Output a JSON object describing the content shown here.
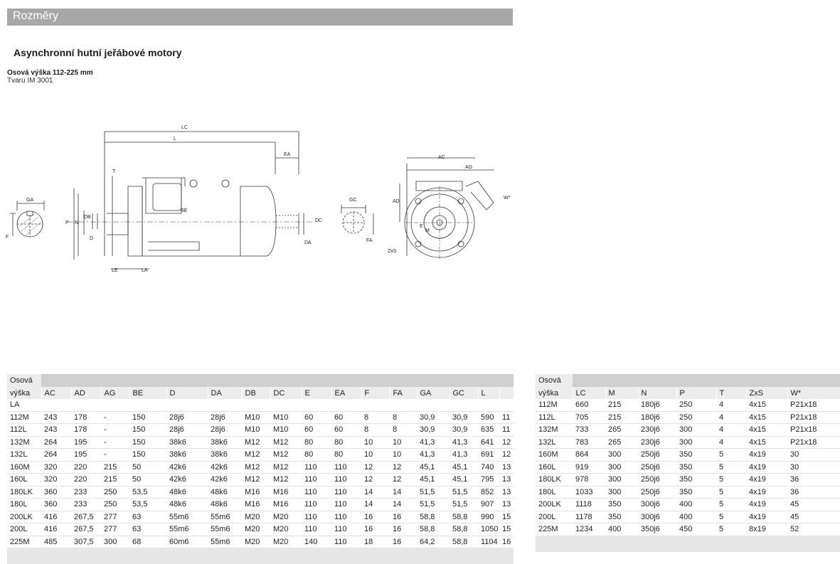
{
  "header": {
    "section_title": "Rozměry"
  },
  "main": {
    "title": "Asynchronní hutní jeřábové motory",
    "subtitle": "Osová výška 112-225 mm",
    "form": "Tvaru IM 3001"
  },
  "drawing_labels": {
    "ga": "GA",
    "f": "F",
    "lc": "LC",
    "l": "L",
    "ea": "EA",
    "t": "T",
    "p": "P",
    "n": "N",
    "db": "DB",
    "d": "D",
    "be": "BE",
    "le": "LE",
    "la": "LA",
    "dc": "DC",
    "da": "DA",
    "gc": "GC",
    "fa": "FA",
    "ac": "AC",
    "ag": "AG",
    "ad": "AD",
    "w": "W*",
    "zxs": "ZxS",
    "m": "M",
    "e": "E"
  },
  "table_left": {
    "group_label": "Osová",
    "columns": [
      "výška",
      "AC",
      "AD",
      "AG",
      "BE",
      "D",
      "DA",
      "DB",
      "DC",
      "E",
      "EA",
      "F",
      "FA",
      "GA",
      "GC",
      "L"
    ],
    "extra_label": "LA",
    "rows": [
      [
        "112M",
        "243",
        "178",
        "-",
        "150",
        "28j6",
        "28j6",
        "M10",
        "M10",
        "60",
        "60",
        "8",
        "8",
        "30,9",
        "30,9",
        "590",
        "11"
      ],
      [
        "112L",
        "243",
        "178",
        "-",
        "150",
        "28j6",
        "28j6",
        "M10",
        "M10",
        "60",
        "60",
        "8",
        "8",
        "30,9",
        "30,9",
        "635",
        "11"
      ],
      [
        "132M",
        "264",
        "195",
        "-",
        "150",
        "38k6",
        "38k6",
        "M12",
        "M12",
        "80",
        "80",
        "10",
        "10",
        "41,3",
        "41,3",
        "641",
        "12"
      ],
      [
        "132L",
        "264",
        "195",
        "-",
        "150",
        "38k6",
        "38k6",
        "M12",
        "M12",
        "80",
        "80",
        "10",
        "10",
        "41,3",
        "41,3",
        "691",
        "12"
      ],
      [
        "160M",
        "320",
        "220",
        "215",
        "50",
        "42k6",
        "42k6",
        "M12",
        "M12",
        "110",
        "110",
        "12",
        "12",
        "45,1",
        "45,1",
        "740",
        "13"
      ],
      [
        "160L",
        "320",
        "220",
        "215",
        "50",
        "42k6",
        "42k6",
        "M12",
        "M12",
        "110",
        "110",
        "12",
        "12",
        "45,1",
        "45,1",
        "795",
        "13"
      ],
      [
        "180LK",
        "360",
        "233",
        "250",
        "53,5",
        "48k6",
        "48k6",
        "M16",
        "M16",
        "110",
        "110",
        "14",
        "14",
        "51,5",
        "51,5",
        "852",
        "13"
      ],
      [
        "180L",
        "360",
        "233",
        "250",
        "53,5",
        "48k6",
        "48k6",
        "M16",
        "M16",
        "110",
        "110",
        "14",
        "14",
        "51,5",
        "51,5",
        "907",
        "13"
      ],
      [
        "200LK",
        "416",
        "267,5",
        "277",
        "63",
        "55m6",
        "55m6",
        "M20",
        "M20",
        "110",
        "110",
        "16",
        "16",
        "58,8",
        "58,8",
        "990",
        "15"
      ],
      [
        "200L",
        "416",
        "267,5",
        "277",
        "63",
        "55m6",
        "55m6",
        "M20",
        "M20",
        "110",
        "110",
        "16",
        "16",
        "58,8",
        "58,8",
        "1050",
        "15"
      ],
      [
        "225M",
        "485",
        "307,5",
        "300",
        "68",
        "60m6",
        "55m6",
        "M20",
        "M20",
        "140",
        "110",
        "18",
        "16",
        "64,2",
        "58,8",
        "1104",
        "16"
      ]
    ]
  },
  "table_right": {
    "group_label": "Osová",
    "columns": [
      "výška",
      "LC",
      "M",
      "N",
      "P",
      "T",
      "ZxS",
      "W*"
    ],
    "rows": [
      [
        "112M",
        "660",
        "215",
        "180j6",
        "250",
        "4",
        "4x15",
        "P21x18"
      ],
      [
        "112L",
        "705",
        "215",
        "180j6",
        "250",
        "4",
        "4x15",
        "P21x18"
      ],
      [
        "132M",
        "733",
        "265",
        "230j6",
        "300",
        "4",
        "4x15",
        "P21x18"
      ],
      [
        "132L",
        "783",
        "265",
        "230j6",
        "300",
        "4",
        "4x15",
        "P21x18"
      ],
      [
        "160M",
        "864",
        "300",
        "250j6",
        "350",
        "5",
        "4x19",
        "30"
      ],
      [
        "160L",
        "919",
        "300",
        "250j6",
        "350",
        "5",
        "4x19",
        "30"
      ],
      [
        "180LK",
        "978",
        "300",
        "250j6",
        "350",
        "5",
        "4x19",
        "36"
      ],
      [
        "180L",
        "1033",
        "300",
        "250j6",
        "350",
        "5",
        "4x19",
        "36"
      ],
      [
        "200LK",
        "1118",
        "350",
        "300j6",
        "400",
        "5",
        "4x19",
        "45"
      ],
      [
        "200L",
        "1178",
        "350",
        "300j6",
        "400",
        "5",
        "4x19",
        "45"
      ],
      [
        "225M",
        "1234",
        "400",
        "350j6",
        "450",
        "5",
        "8x19",
        "52"
      ]
    ]
  }
}
